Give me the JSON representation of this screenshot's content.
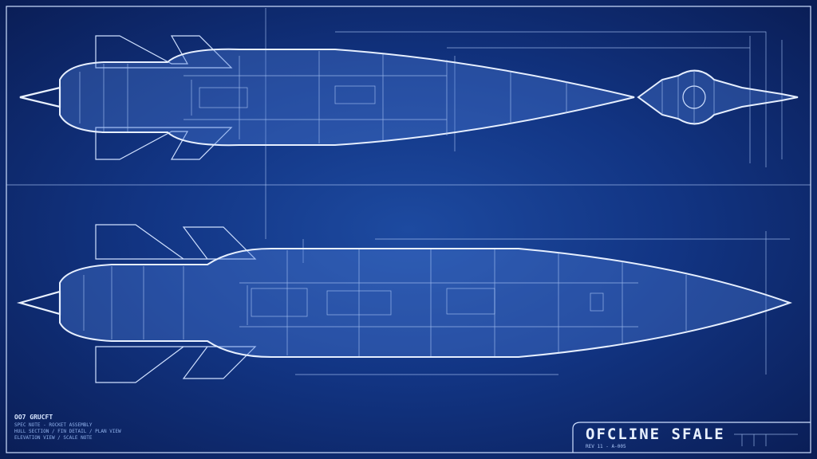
{
  "title_block": {
    "title": "OFCLINE SFALE",
    "subtitle": "REV 11 - A-005"
  },
  "notes": {
    "heading": "OO7 GRUCFT",
    "lines": [
      "SPEC NOTE - ROCKET ASSEMBLY",
      "HULL SECTION / FIN DETAIL / PLAN VIEW",
      "ELEVATION VIEW / SCALE NOTE"
    ]
  },
  "colors": {
    "background": "#123584",
    "line": "#cfe0ff"
  }
}
